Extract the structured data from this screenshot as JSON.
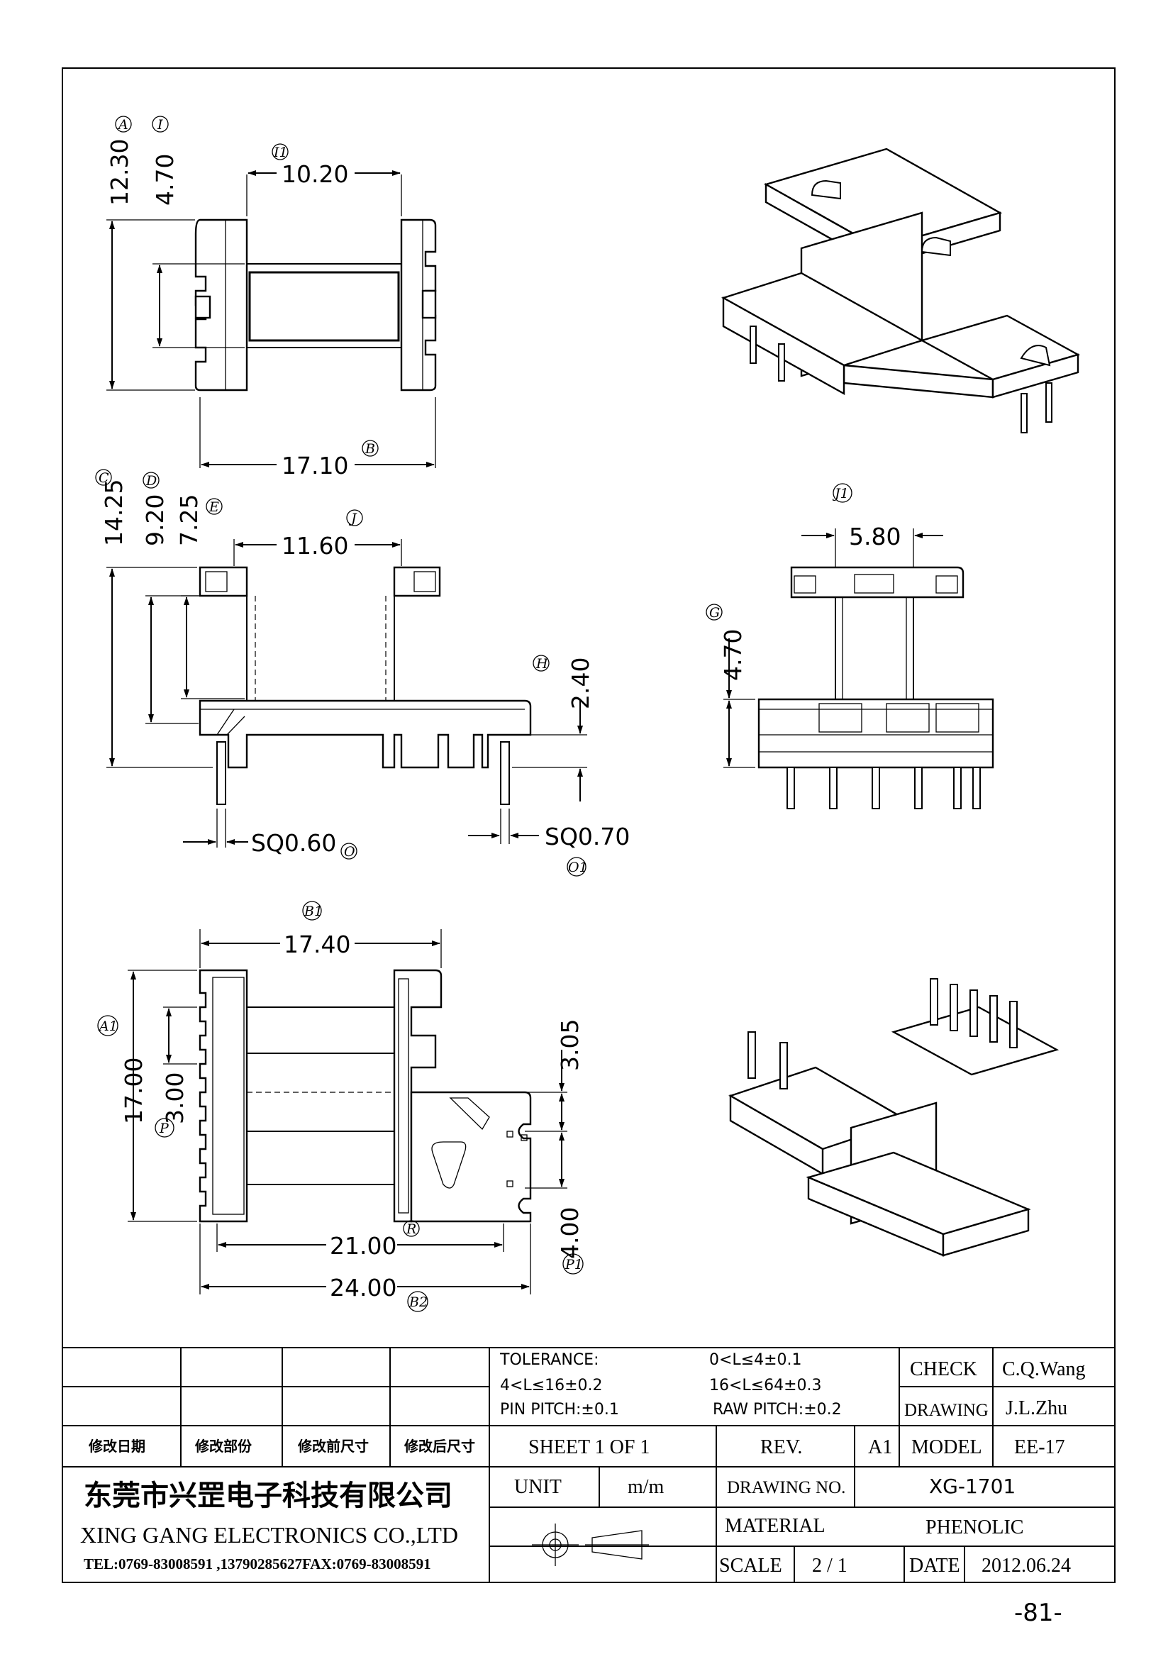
{
  "top_view": {
    "width_dim": "10.20",
    "width_balloon": "I1",
    "overall_dim": "17.10",
    "overall_balloon": "B",
    "height_dim": "12.30",
    "height_balloon": "A",
    "window_dim": "4.70",
    "window_balloon": "I"
  },
  "front_view": {
    "h_total": "14.25",
    "h_total_balloon": "C",
    "h_mid": "9.20",
    "h_mid_balloon": "D",
    "h_win": "7.25",
    "h_win_balloon": "E",
    "width": "11.60",
    "width_balloon": "J",
    "pin_len": "2.40",
    "pin_len_balloon": "H",
    "pin_sq1": "SQ0.60",
    "pin_sq1_balloon": "O",
    "pin_sq2": "SQ0.70",
    "pin_sq2_balloon": "O1"
  },
  "side_view": {
    "width": "5.80",
    "width_balloon": "J1",
    "height": "4.70",
    "height_balloon": "G"
  },
  "bottom_view": {
    "top_width": "17.40",
    "top_width_balloon": "B1",
    "height": "17.00",
    "height_balloon": "A1",
    "pitch": "3.00",
    "pitch_balloon": "P",
    "slot": "3.05",
    "pitch2": "4.00",
    "pitch2_balloon": "P1",
    "pin_span": "21.00",
    "pin_span_balloon": "R",
    "overall": "24.00",
    "overall_balloon": "B2"
  },
  "title_block": {
    "tolerance_title": "TOLERANCE:",
    "tol_1": "0<L≤4±0.1",
    "tol_2": "4<L≤16±0.2",
    "tol_3": "16<L≤64±0.3",
    "pin_pitch": "PIN PITCH:±0.1",
    "raw_pitch": "RAW PITCH:±0.2",
    "check_label": "CHECK",
    "check_value": "C.Q.Wang",
    "drawing_label": "DRAWING",
    "drawing_value": "J.L.Zhu",
    "rev_date_label": "修改日期",
    "rev_part_label": "修改部份",
    "rev_before_label": "修改前尺寸",
    "rev_after_label": "修改后尺寸",
    "sheet": "SHEET 1 OF 1",
    "rev_label": "REV.",
    "rev_value": "A1",
    "model_label": "MODEL",
    "model_value": "EE-17",
    "company_cn": "东莞市兴罡电子科技有限公司",
    "company_en": "XING GANG  ELECTRONICS CO.,LTD",
    "contact": "TEL:0769-83008591 ,13790285627FAX:0769-83008591",
    "unit_label": "UNIT",
    "unit_value": "m/m",
    "drawing_no_label": "DRAWING  NO.",
    "drawing_no_value": "XG-1701",
    "material_label": "MATERIAL",
    "material_value": "PHENOLIC",
    "scale_label": "SCALE",
    "scale_value": "2  /  1",
    "date_label": "DATE",
    "date_value": "2012.06.24"
  },
  "page_number": "-81-"
}
